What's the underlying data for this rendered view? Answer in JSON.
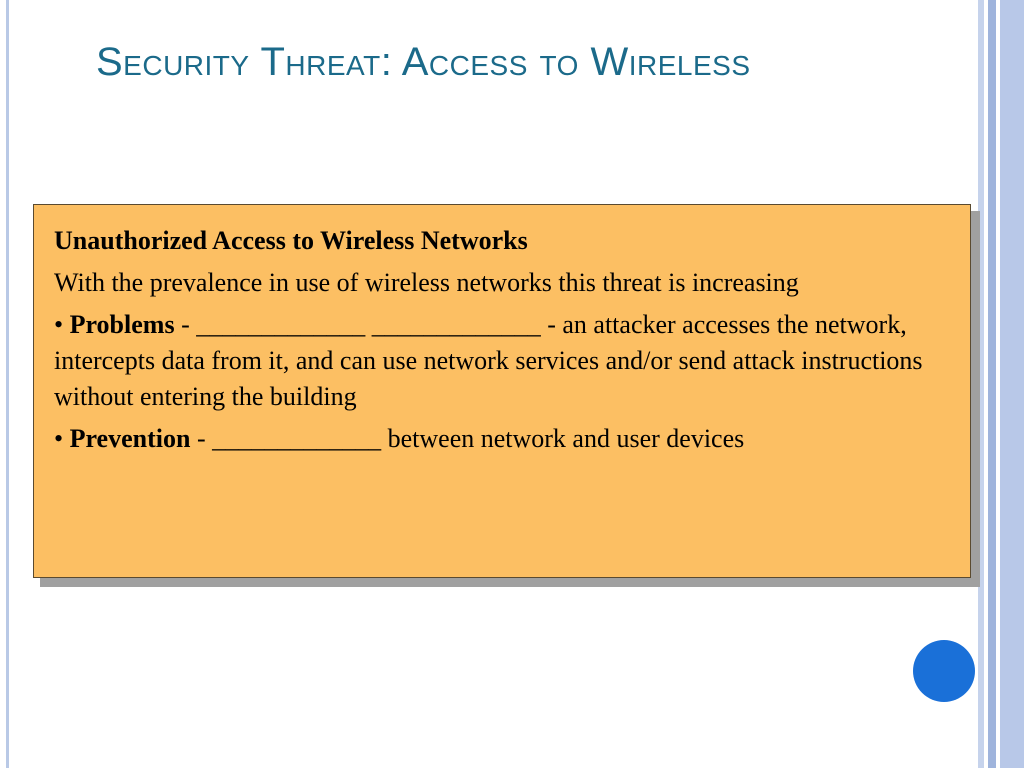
{
  "slide": {
    "title": "Security Threat: Access to Wireless"
  },
  "box": {
    "heading": "Unauthorized Access to Wireless Networks",
    "intro": "With the prevalence in use of wireless networks this threat is increasing",
    "bullets": [
      {
        "bullet": "•",
        "term": "Problems",
        "text": " - _____________ _____________ - an attacker accesses the network, intercepts data from it, and can use network services and/or send attack instructions without entering the building"
      },
      {
        "bullet": "•",
        "term": "Prevention",
        "text": " - _____________ between network and user devices"
      }
    ]
  },
  "colors": {
    "title": "#1b6a8a",
    "box_fill": "#fcbf63",
    "circle": "#1a70d8",
    "stripes": "#9fb4dc"
  }
}
